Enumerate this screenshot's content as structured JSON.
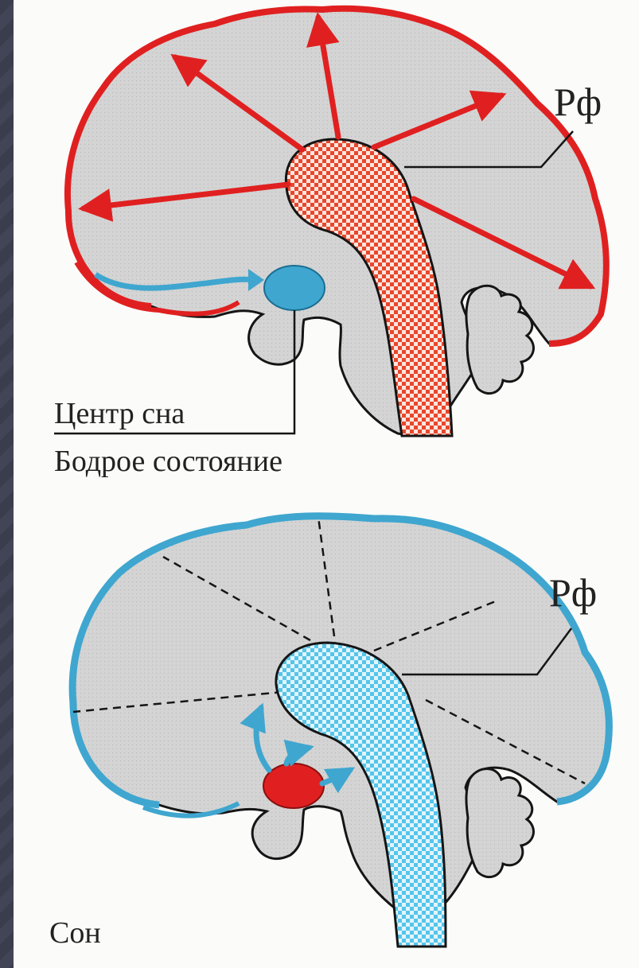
{
  "wake": {
    "rf_label": "Рф",
    "sleep_center_label": "Центр сна",
    "state_label": "Бодрое состояние"
  },
  "sleep": {
    "rf_label": "Рф",
    "state_label": "Сон"
  },
  "colors": {
    "wake_active": "#e02020",
    "sleep_active": "#3fa6cf",
    "brain_fill": "#d3d3d3",
    "outline": "#151515"
  }
}
